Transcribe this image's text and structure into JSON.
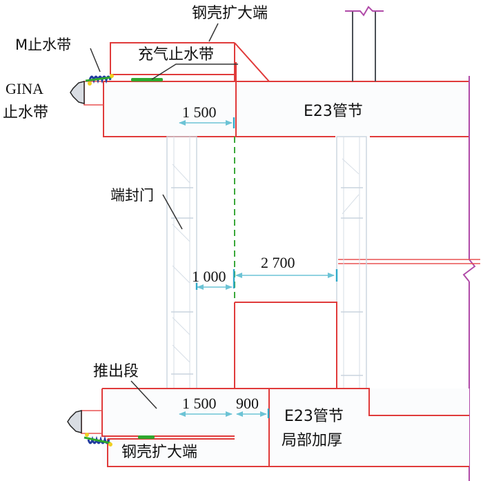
{
  "figure": {
    "labels": {
      "steel_shell_top": "钢壳扩大端",
      "m_waterstop": "M止水带",
      "inflatable_waterstop": "充气止水带",
      "gina_line1": "GINA",
      "gina_line2": "止水带",
      "tube_segment": "E23管节",
      "end_door": "端封门",
      "push_out_section": "推出段",
      "steel_shell_bottom": "钢壳扩大端",
      "local_thickening_line1": "E23管节",
      "local_thickening_line2": "局部加厚"
    },
    "dimensions": {
      "top_1500": "1 500",
      "mid_1000": "1 000",
      "mid_2700": "2 700",
      "bottom_1500": "1 500",
      "bottom_900": "900"
    },
    "colors": {
      "structure_outline": "#e03a3a",
      "break_line": "#b04aa8",
      "dimension_line": "#6cc3d5",
      "joint_line": "#3aa83a",
      "end_door_frame": "#c9d4de",
      "m_waterstop": "#1f3a9e",
      "inflatable_waterstop": "#2ea82e"
    }
  }
}
